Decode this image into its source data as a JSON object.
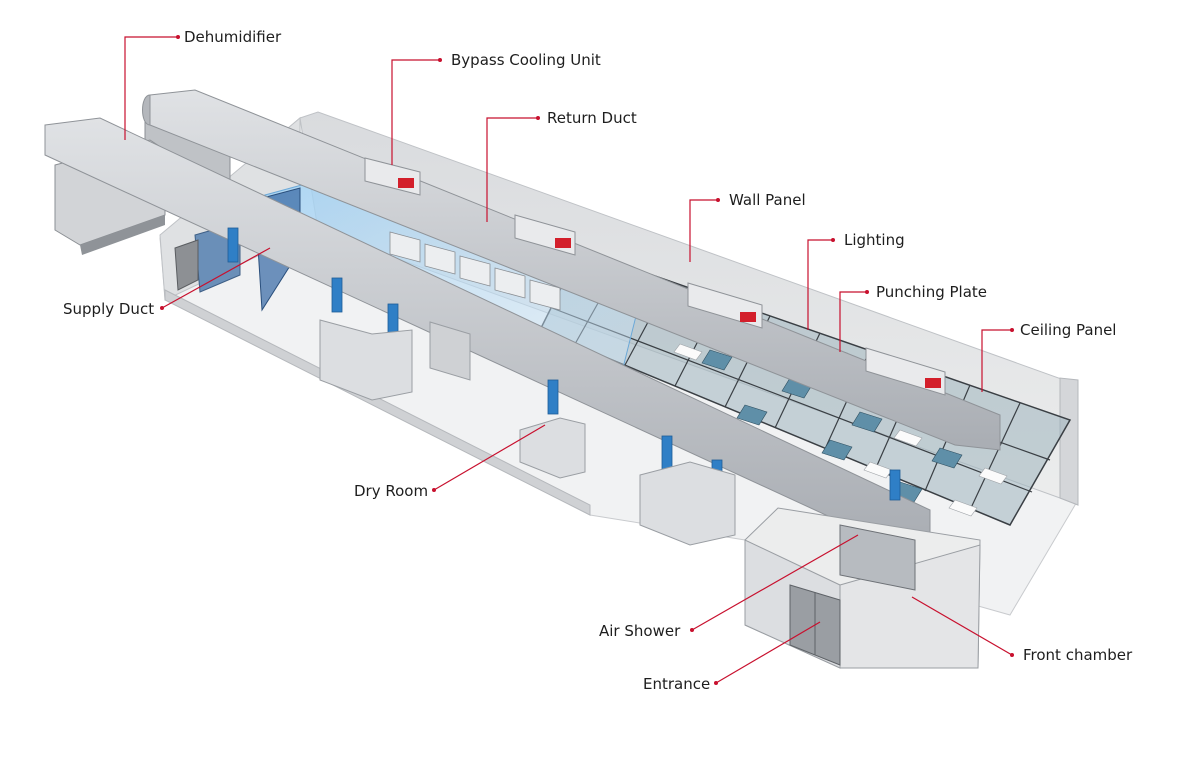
{
  "diagram": {
    "colors": {
      "leader": "#c8102e",
      "duct": "#c9ccd1",
      "duct_dark": "#a9adb3",
      "wall": "#e6e7e9",
      "wall_shade": "#cfd1d4",
      "floor": "#f1f2f3",
      "ceiling_glass": "#9fb5bd",
      "ceiling_frame": "#3a3f44",
      "punch_plate": "#5f8fa8",
      "supply_blue": "#2f7fc6",
      "bypass_red": "#d31f2b",
      "dry_room_glass": "#8fc3ea"
    },
    "labels": {
      "dehumidifier": "Dehumidifier",
      "bypass_cooling_unit": "Bypass Cooling Unit",
      "return_duct": "Return Duct",
      "wall_panel": "Wall Panel",
      "lighting": "Lighting",
      "punching_plate": "Punching Plate",
      "ceiling_panel": "Ceiling Panel",
      "supply_duct": "Supply Duct",
      "dry_room": "Dry Room",
      "air_shower": "Air Shower",
      "front_chamber": "Front chamber",
      "entrance": "Entrance"
    }
  }
}
